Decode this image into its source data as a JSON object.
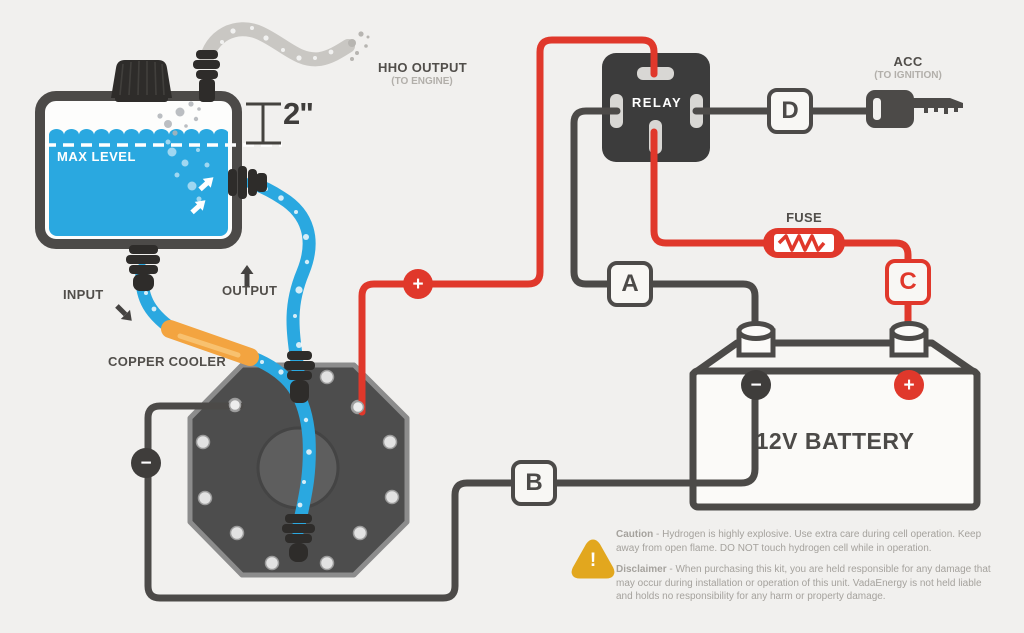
{
  "colors": {
    "background": "#f1f0ee",
    "wire_negative_dark": "#4c4a48",
    "wire_positive_red": "#e0382b",
    "water_blue": "#2aa8e0",
    "copper_orange": "#f3a440",
    "warning_amber": "#e2a71e",
    "gas_tube_gray": "#c9c7c3"
  },
  "tank": {
    "max_level": "MAX LEVEL",
    "fill_gap": "2\""
  },
  "hho_output": {
    "label": "HHO OUTPUT",
    "sublabel": "(TO ENGINE)"
  },
  "ports": {
    "input": "INPUT",
    "output": "OUTPUT"
  },
  "copper_cooler": {
    "label": "COPPER COOLER"
  },
  "relay": {
    "label": "RELAY"
  },
  "acc": {
    "label": "ACC",
    "sublabel": "(TO IGNITION)"
  },
  "fuse": {
    "label": "FUSE"
  },
  "battery": {
    "label": "12V BATTERY",
    "positive": "+",
    "negative": "−"
  },
  "wire_markers": {
    "positive": "+",
    "negative": "−"
  },
  "connection_points": {
    "a": "A",
    "b": "B",
    "c": "C",
    "d": "D"
  },
  "warning": {
    "icon": "!"
  },
  "notes": {
    "caution_title": "Caution",
    "caution_body": " - Hydrogen is highly explosive. Use extra care during cell operation. Keep away from open flame. DO NOT touch hydrogen cell while in operation.",
    "disclaimer_title": "Disclaimer",
    "disclaimer_body": " - When purchasing this kit, you are held responsible for any damage that may occur during installation or operation of this unit. VadaEnergy is not held liable and holds no responsibility for any harm or property damage."
  }
}
